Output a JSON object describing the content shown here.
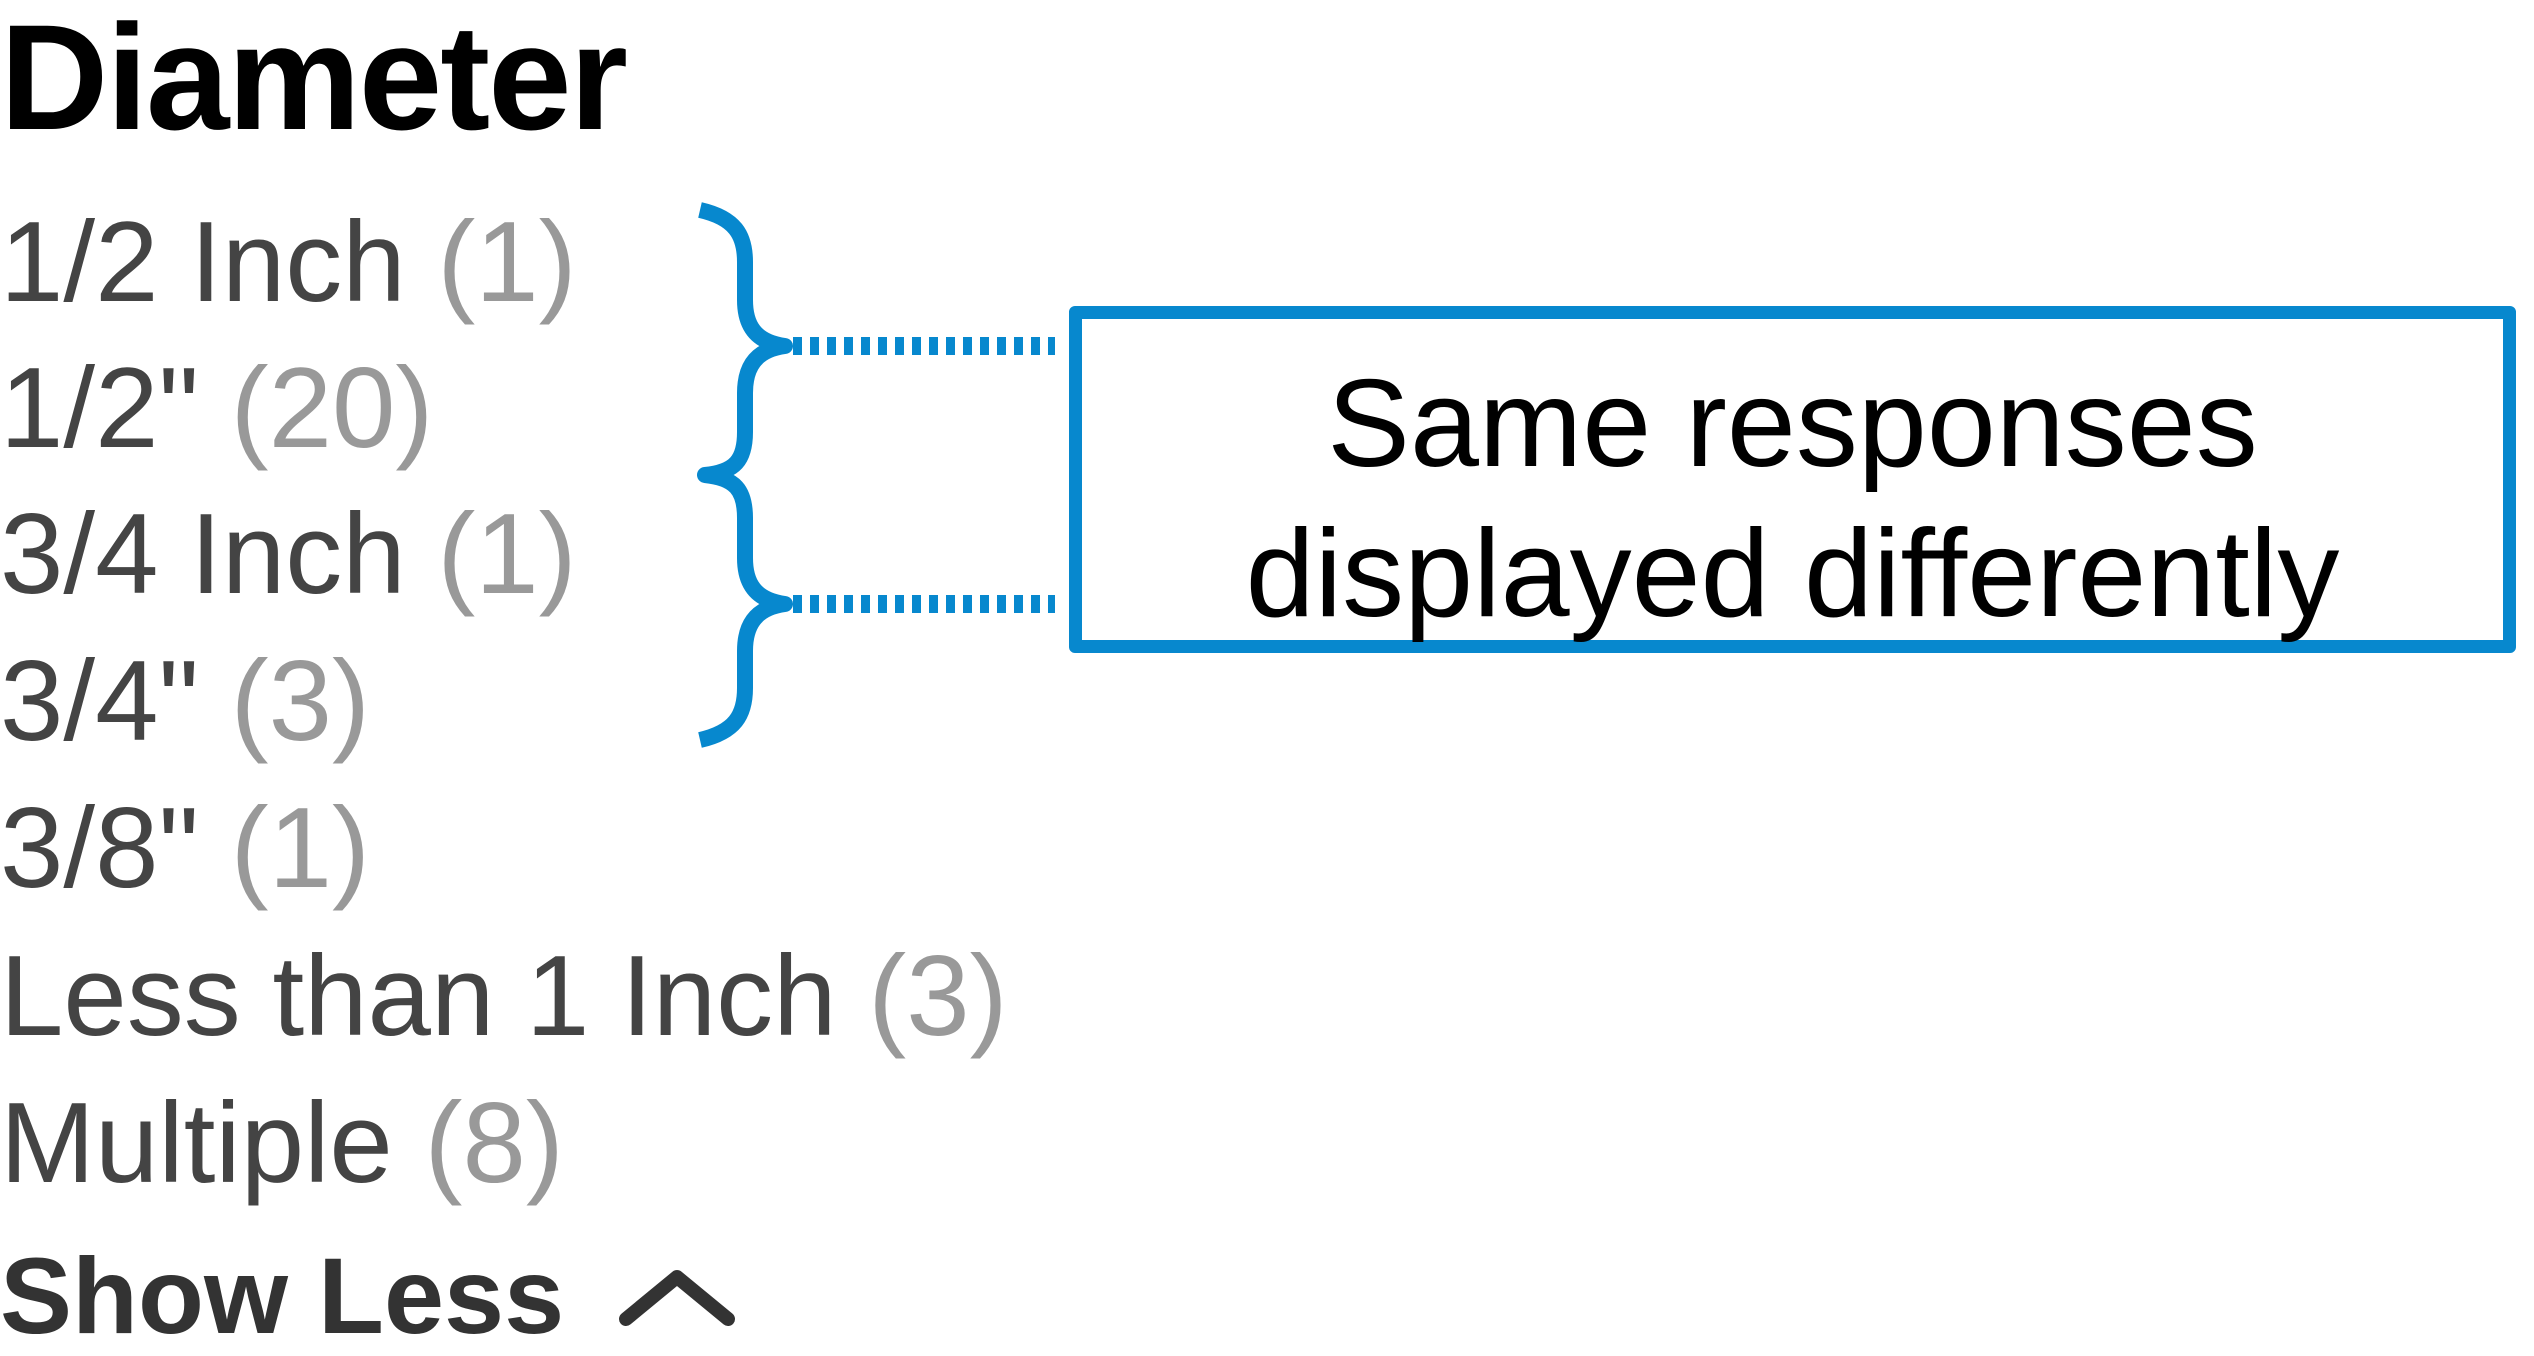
{
  "facet": {
    "title": "Diameter",
    "items": [
      {
        "label": "1/2 Inch",
        "count": "(1)"
      },
      {
        "label": "1/2\"",
        "count": "(20)"
      },
      {
        "label": "3/4 Inch",
        "count": "(1)"
      },
      {
        "label": "3/4\"",
        "count": "(3)"
      },
      {
        "label": "3/8\"",
        "count": "(1)"
      },
      {
        "label": "Less than 1 Inch",
        "count": "(3)"
      },
      {
        "label": "Multiple",
        "count": "(8)"
      }
    ],
    "toggle_label": "Show Less",
    "toggle_icon": "chevron-up-icon"
  },
  "annotation": {
    "lines": [
      "Same responses",
      "displayed differently"
    ],
    "accent_color": "#0788CE"
  },
  "colors": {
    "label": "#444444",
    "count": "#999999",
    "heading": "#000000",
    "toggle": "#333333"
  }
}
